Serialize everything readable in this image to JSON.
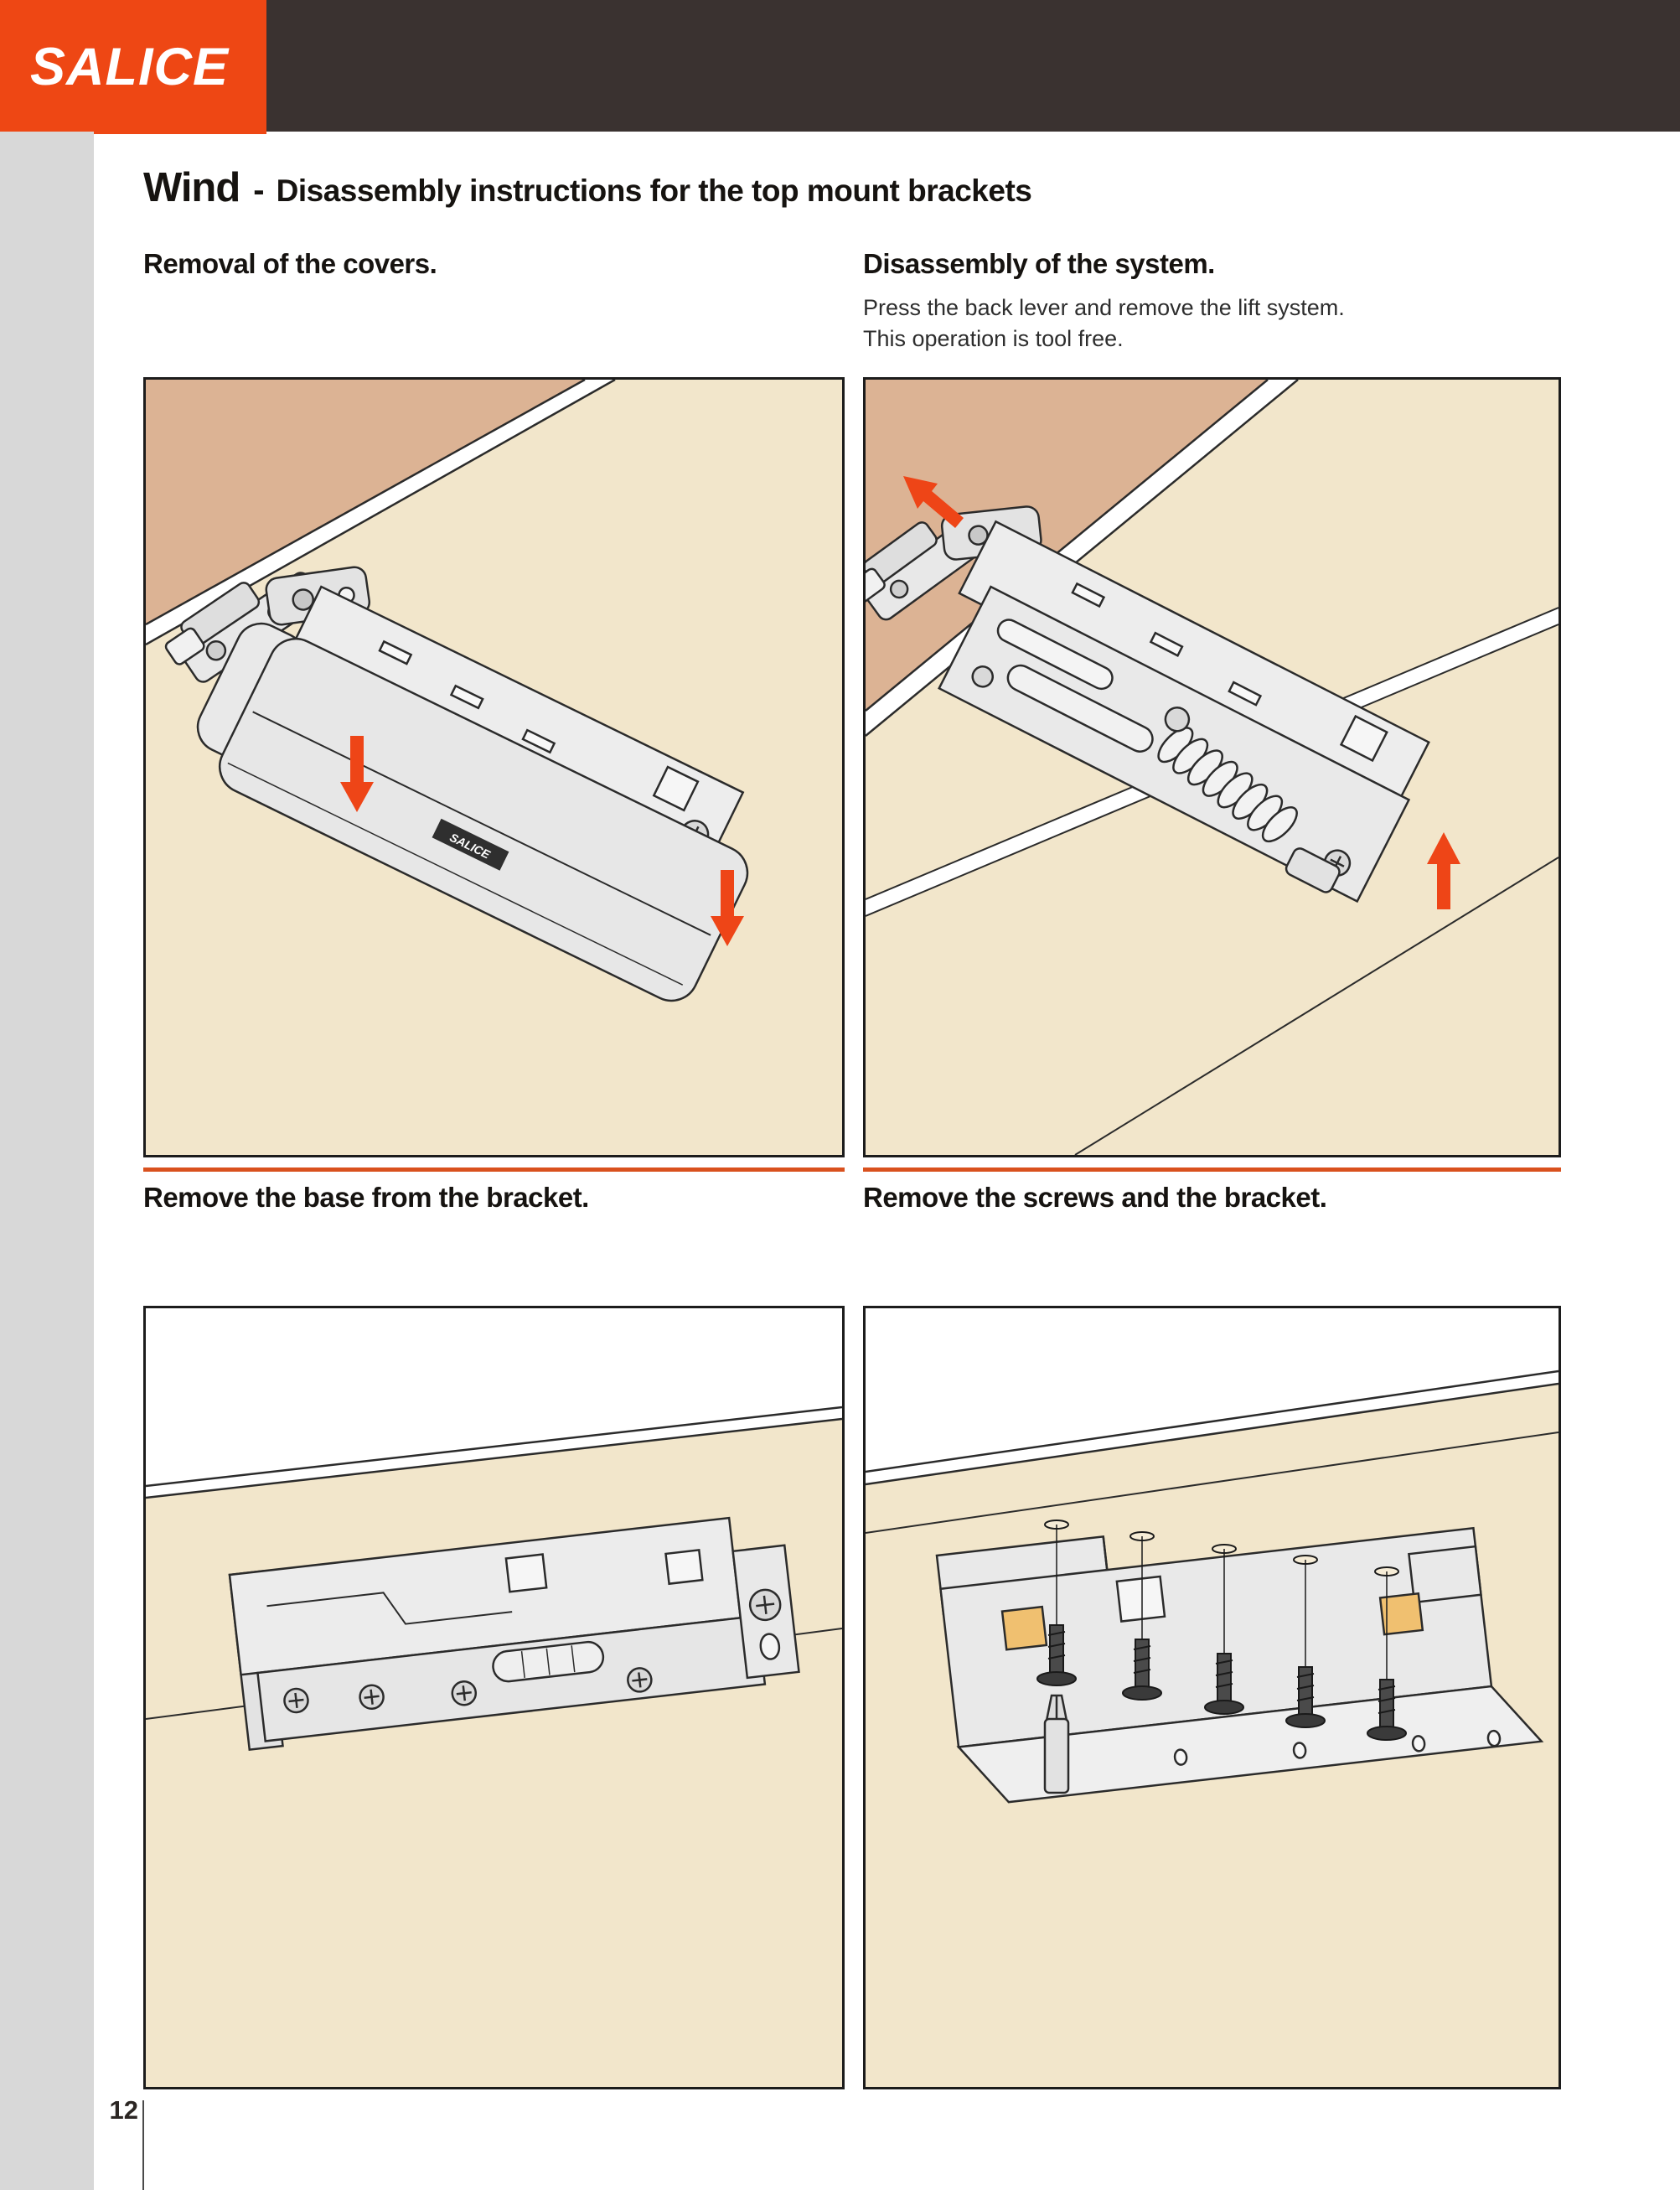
{
  "brand": {
    "logo_text": "SALICE"
  },
  "page": {
    "title_main": "Wind",
    "title_dash": "-",
    "title_sub": "Disassembly instructions for the top mount brackets",
    "page_number": "12"
  },
  "sections": {
    "top_left": {
      "heading": "Removal of the covers."
    },
    "top_right": {
      "heading": "Disassembly of the system.",
      "body_line1": "Press the back lever and remove the lift system.",
      "body_line2": "This operation is tool free."
    },
    "bottom_left": {
      "caption": "Remove the base from the bracket."
    },
    "bottom_right": {
      "caption": "Remove the screws and the bracket."
    }
  },
  "figures": {
    "fig1": {
      "description": "Lift system with cover attached under cabinet top, two red arrows pointing down",
      "cover_label": "SALICE",
      "arrows": [
        "down",
        "down"
      ]
    },
    "fig2": {
      "description": "Lift system without cover, red arrow up-left and red arrow up at back lever",
      "arrows": [
        "up-left",
        "up"
      ]
    },
    "fig3": {
      "description": "Base mechanism mounted under cabinet top after cover removal",
      "arrows": []
    },
    "fig4": {
      "description": "Top mount bracket with five screws removed downward and a screwdriver bit",
      "arrows": [],
      "screw_count": 5
    }
  },
  "colors": {
    "brand_orange": "#ee4714",
    "header_brown": "#3a3230",
    "sidebar_gray": "#d8d8d8",
    "panel_beige": "#f2e6cb",
    "panel_brown": "#dcb394",
    "arrow_red": "#ee4517",
    "separator_orange": "#d9511e",
    "hole_tan": "#f0c070"
  }
}
